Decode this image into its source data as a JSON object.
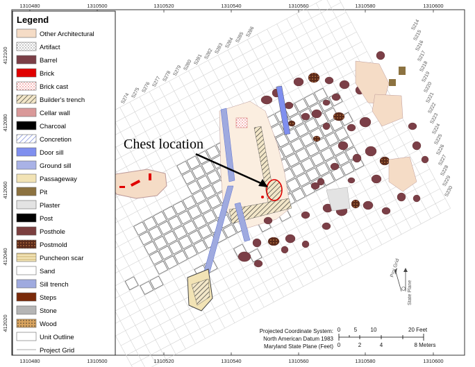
{
  "axes": {
    "top_x": [
      "1310480",
      "1310500",
      "1310520",
      "1310540",
      "1310560",
      "1310580",
      "1310600"
    ],
    "bottom_x": [
      "1310480",
      "1310500",
      "1310520",
      "1310540",
      "1310560",
      "1310580",
      "1310600"
    ],
    "left_y": [
      "412100",
      "412080",
      "412060",
      "412040",
      "412020"
    ]
  },
  "legend": {
    "title": "Legend",
    "items": [
      {
        "label": "Other Architectural",
        "fill": "#f5dcc6",
        "pattern": "none"
      },
      {
        "label": "Artifact",
        "fill": "#ffffff",
        "pattern": "dots"
      },
      {
        "label": "Barrel",
        "fill": "#7b3f47",
        "pattern": "none"
      },
      {
        "label": "Brick",
        "fill": "#e00000",
        "pattern": "none"
      },
      {
        "label": "Brick cast",
        "fill": "#ffffff",
        "pattern": "redDots"
      },
      {
        "label": "Builder's trench",
        "fill": "#f2e6c8",
        "pattern": "hatchBlack"
      },
      {
        "label": "Cellar wall",
        "fill": "#d99999",
        "pattern": "none"
      },
      {
        "label": "Charcoal",
        "fill": "#000000",
        "pattern": "none"
      },
      {
        "label": "Concretion",
        "fill": "#ffffff",
        "pattern": "hatchBlue"
      },
      {
        "label": "Door sill",
        "fill": "#7f8fef",
        "pattern": "none"
      },
      {
        "label": "Ground sill",
        "fill": "#a9b2e6",
        "pattern": "none"
      },
      {
        "label": "Passageway",
        "fill": "#f2e3b5",
        "pattern": "none"
      },
      {
        "label": "Pit",
        "fill": "#8c7240",
        "pattern": "none"
      },
      {
        "label": "Plaster",
        "fill": "#e3e3e3",
        "pattern": "none"
      },
      {
        "label": "Post",
        "fill": "#000000",
        "pattern": "none"
      },
      {
        "label": "Posthole",
        "fill": "#7b3f3f",
        "pattern": "none"
      },
      {
        "label": "Postmold",
        "fill": "#5a2a1a",
        "pattern": "dotsOrange"
      },
      {
        "label": "Puncheon scar",
        "fill": "#f2e3b5",
        "pattern": "lineH"
      },
      {
        "label": "Sand",
        "fill": "#ffffff",
        "pattern": "none"
      },
      {
        "label": "Sill trench",
        "fill": "#9faadf",
        "pattern": "none"
      },
      {
        "label": "Steps",
        "fill": "#7a2a0a",
        "pattern": "none"
      },
      {
        "label": "Stone",
        "fill": "#b5b5b5",
        "pattern": "none"
      },
      {
        "label": "Wood",
        "fill": "#d9a45f",
        "pattern": "dotsBlack"
      },
      {
        "label": "Unit Outline",
        "fill": "#ffffff",
        "pattern": "outline"
      },
      {
        "label": "Project Grid",
        "fill": "#ffffff",
        "pattern": "gridline"
      }
    ]
  },
  "callout": {
    "text": "Chest location"
  },
  "grid_labels": [
    "S274",
    "S275",
    "S276",
    "S277",
    "S278",
    "S279",
    "S280",
    "S281",
    "S282",
    "S283",
    "S284",
    "S285",
    "S286"
  ],
  "right_grid_labels": [
    "S214",
    "S215",
    "S216",
    "S217",
    "S218",
    "S219",
    "S220",
    "S221",
    "S222",
    "S223",
    "S224",
    "S225",
    "S226",
    "S227",
    "S228",
    "S229",
    "S230"
  ],
  "north": {
    "proj_grid": "Proj Grid",
    "state_plane": "State Plane"
  },
  "projection": {
    "line1": "Projected Coordinate System:",
    "line2": "North American Datum 1983",
    "line3": "Maryland State Plane (Feet)"
  },
  "scale": {
    "feet_ticks": [
      "0",
      "5",
      "10",
      "20 Feet"
    ],
    "meter_ticks": [
      "0",
      "2",
      "4",
      "8 Meters"
    ]
  }
}
